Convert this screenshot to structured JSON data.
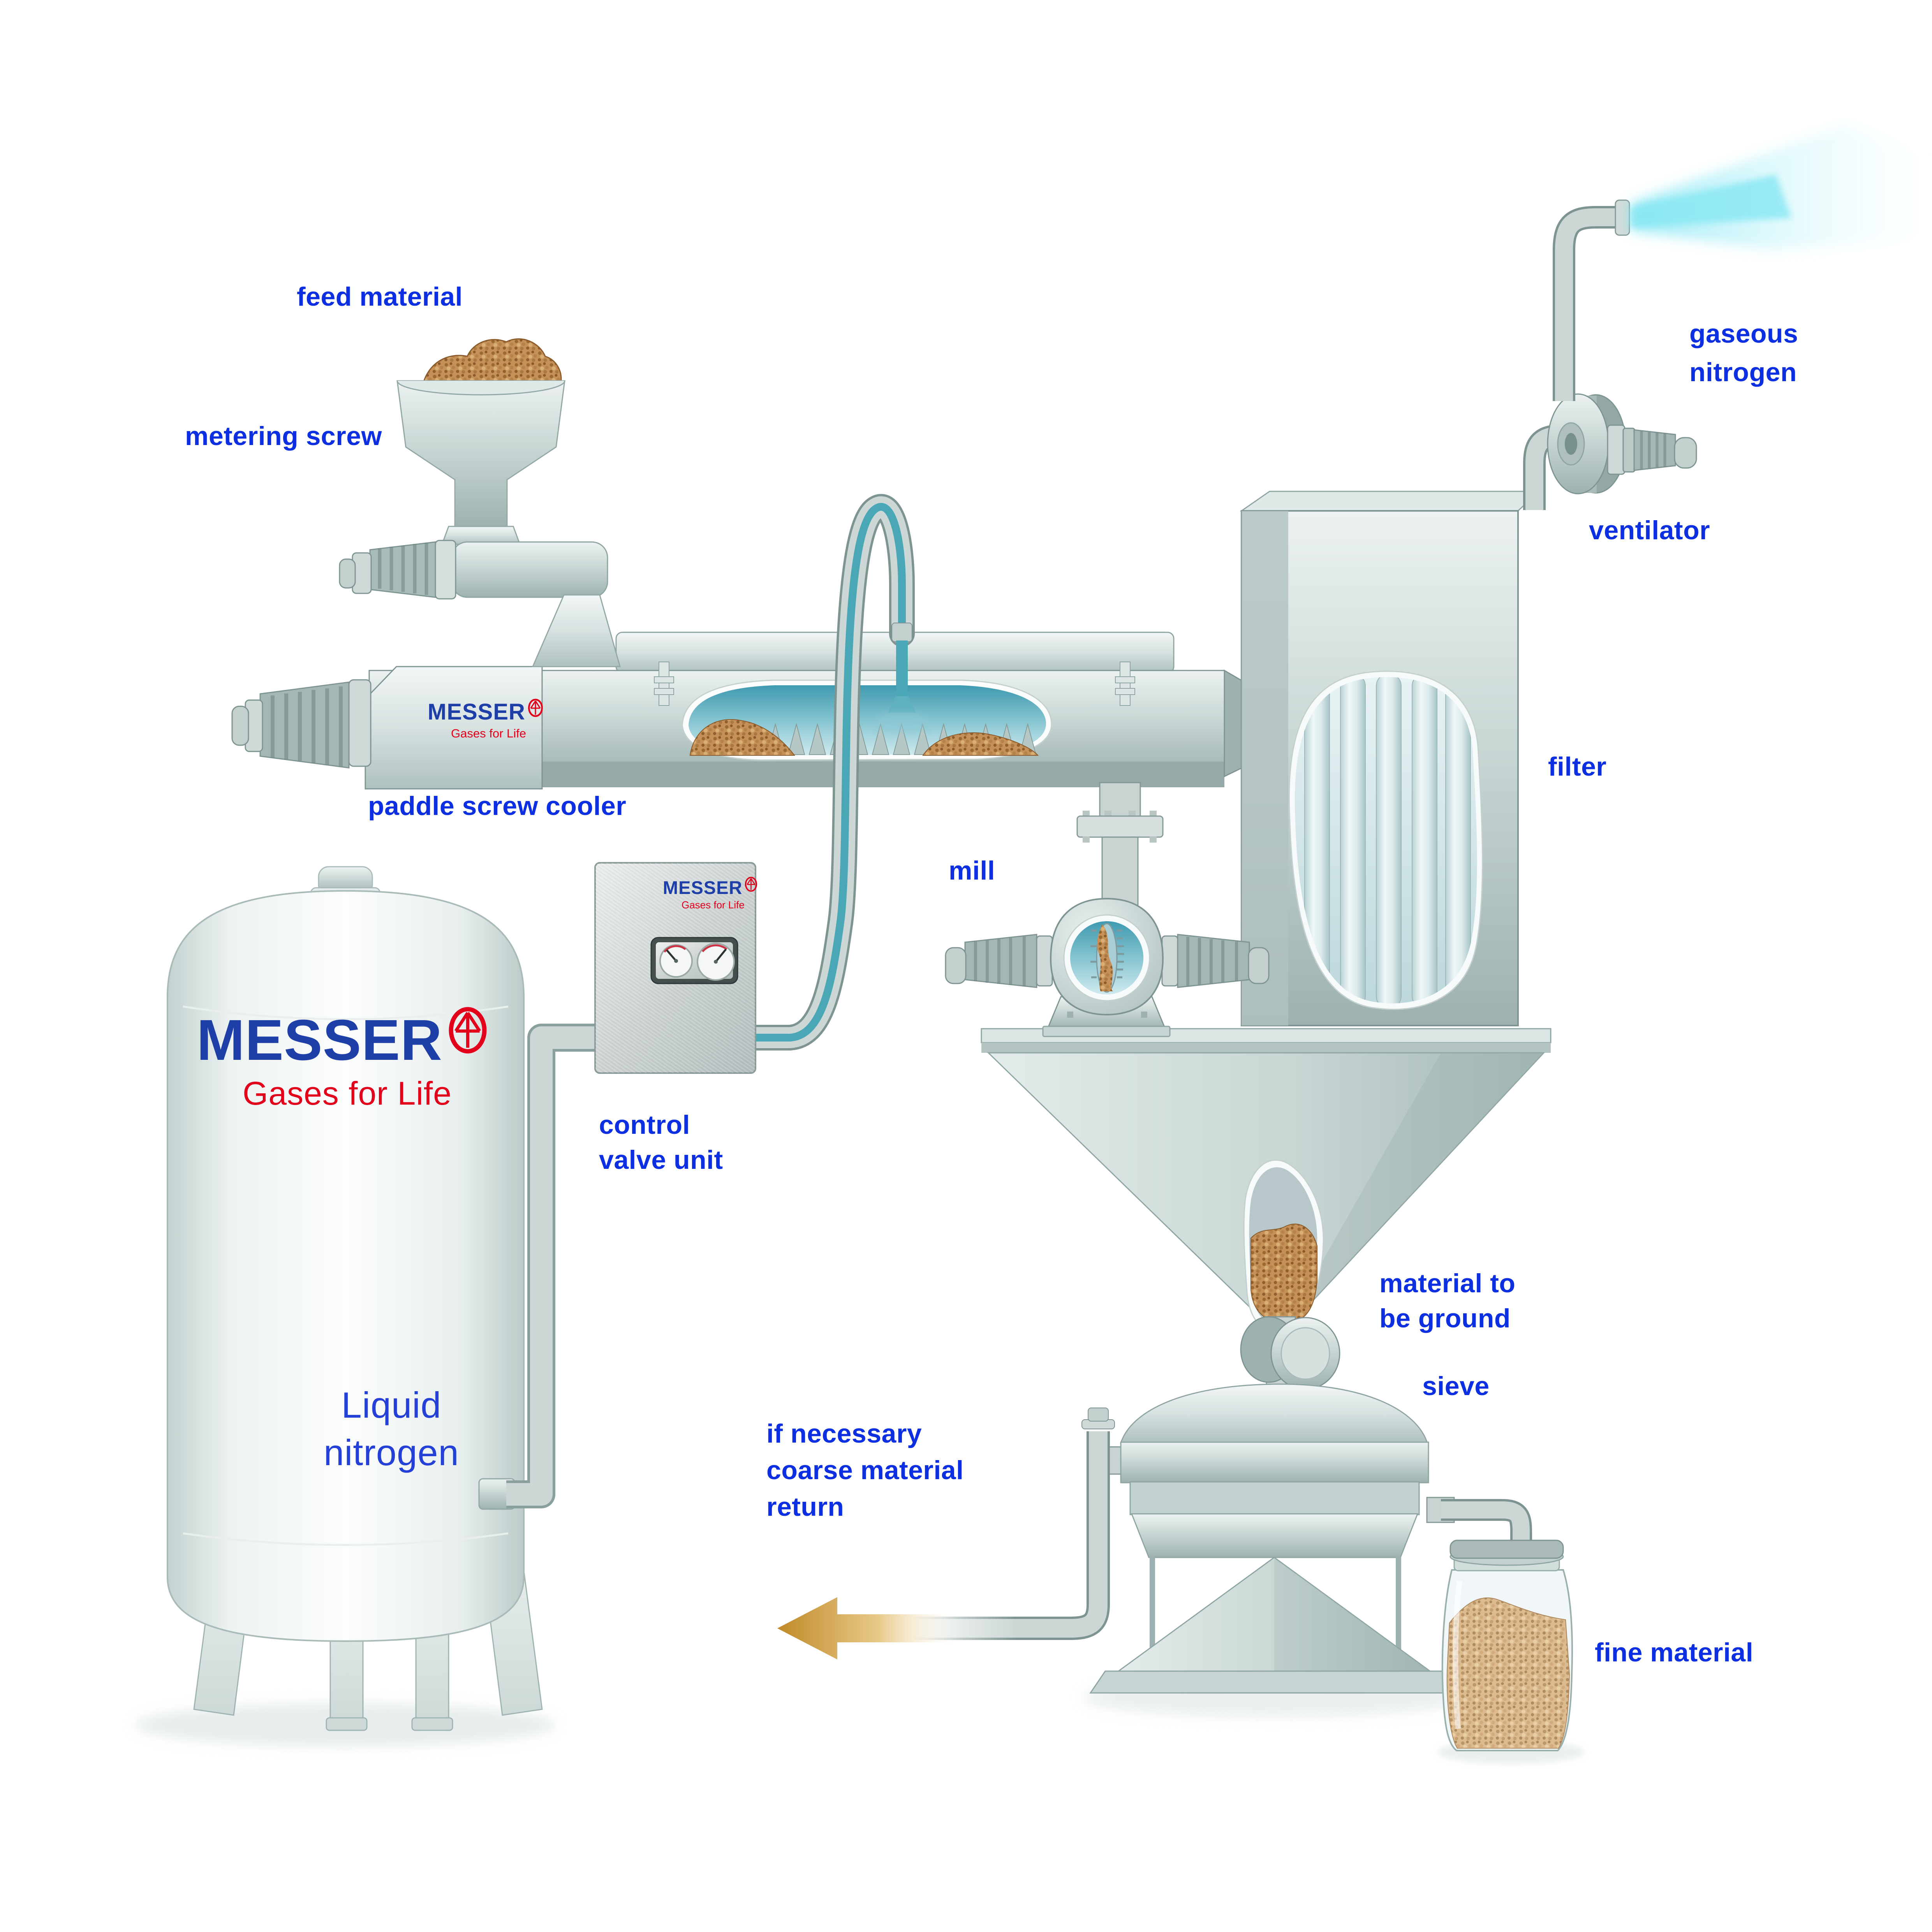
{
  "diagram": {
    "subject": "cryogenic grinding plant with liquid nitrogen",
    "labels": {
      "feed_material": "feed material",
      "metering_screw": "metering screw",
      "paddle_screw_cooler": "paddle screw cooler",
      "gaseous_nitrogen": "gaseous\nnitrogen",
      "ventilator": "ventilator",
      "filter": "filter",
      "mill": "mill",
      "control_valve_unit": "control\nvalve unit",
      "liquid_nitrogen": "Liquid\nnitrogen",
      "material_to_be_ground": "material to\nbe ground",
      "sieve": "sieve",
      "coarse_material_return": "if necessary\ncoarse material\nreturn",
      "fine_material": "fine material"
    }
  },
  "brand": {
    "name": "MESSER",
    "tagline": "Gases for Life",
    "logo_icon": "messer-star-icon"
  },
  "icons": {
    "messer_star": "messer-star-icon",
    "return_arrow": "left-arrow-icon"
  },
  "colors": {
    "label_blue": "#0d2fe2",
    "brand_blue": "#1e3ea8",
    "brand_red": "#e2001a",
    "machine_body": "#c6d5d3",
    "machine_edge": "#7e9492",
    "nitrogen_teal": "#4aa7b6",
    "cutaway_teal": "#8cc8d4",
    "material_tan": "#c59158",
    "return_arrow_gold": "#c08a28",
    "spray_cyan": "#86e7f3"
  }
}
